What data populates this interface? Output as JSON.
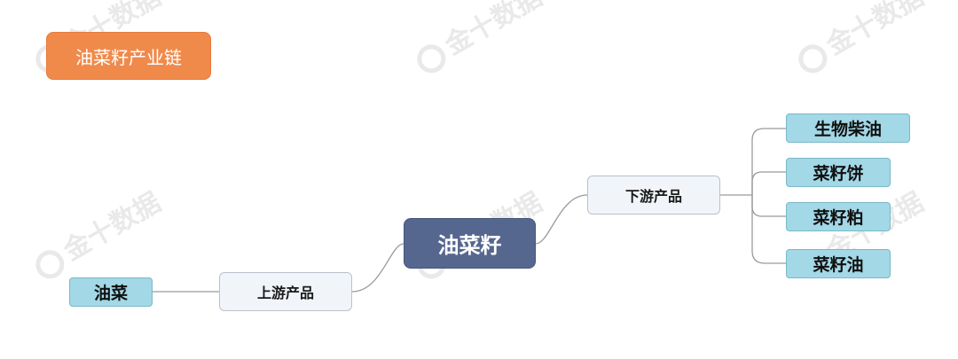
{
  "title": "油菜籽产业链",
  "watermark": "金十数据",
  "center": "油菜籽",
  "upstream": {
    "label": "上游产品",
    "items": [
      "油菜"
    ]
  },
  "downstream": {
    "label": "下游产品",
    "items": [
      "生物柴油",
      "菜籽饼",
      "菜籽粕",
      "菜籽油"
    ]
  },
  "colors": {
    "title_bg": "#f08a4b",
    "center_bg": "#56678f",
    "leaf_bg": "#a3d8e6",
    "mid_bg": "#f1f5fa"
  }
}
